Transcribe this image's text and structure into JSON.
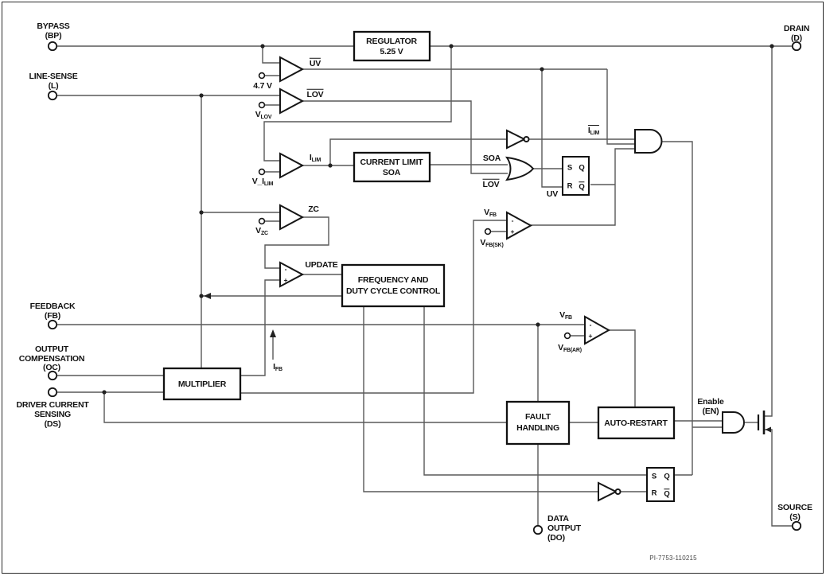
{
  "pins": {
    "bypass": {
      "line1": "BYPASS",
      "line2": "(BP)"
    },
    "line_sense": {
      "line1": "LINE-SENSE",
      "line2": "(L)"
    },
    "feedback": {
      "line1": "FEEDBACK",
      "line2": "(FB)"
    },
    "output_comp": {
      "line1": "OUTPUT",
      "line2": "COMPENSATION",
      "line3": "(OC)"
    },
    "driver_sense": {
      "line1": "DRIVER CURRENT",
      "line2": "SENSING",
      "line3": "(DS)"
    },
    "drain": {
      "line1": "DRAIN",
      "line2": "(D)"
    },
    "source": {
      "line1": "SOURCE",
      "line2": "(S)"
    },
    "data_output": {
      "line1": "DATA",
      "line2": "OUTPUT",
      "line3": "(DO)"
    },
    "enable": {
      "line1": "Enable",
      "line2": "(EN)"
    }
  },
  "blocks": {
    "regulator": {
      "line1": "REGULATOR",
      "line2": "5.25 V"
    },
    "current_limit": {
      "line1": "CURRENT LIMIT",
      "line2": "SOA"
    },
    "freq": {
      "line1": "FREQUENCY AND",
      "line2": "DUTY CYCLE CONTROL"
    },
    "multiplier": {
      "line1": "MULTIPLIER"
    },
    "fault": {
      "line1": "FAULT",
      "line2": "HANDLING"
    },
    "auto_restart": {
      "line1": "AUTO-RESTART"
    }
  },
  "signals": {
    "uv_bar": "UV",
    "lov_bar": "LOV",
    "ref_47": "4.7 V",
    "v_lov_main": "V",
    "v_lov_sub": "LOV",
    "i_lim_main": "I",
    "i_lim_sub": "LIM",
    "v_ilim_main": "V_I",
    "v_ilim_sub": "LIM",
    "zc": "ZC",
    "v_zc_main": "V",
    "v_zc_sub": "ZC",
    "update": "UPDATE",
    "soa": "SOA",
    "lov_bar2": "LOV",
    "uv_plain": "UV",
    "ilim_bar_main": "I",
    "ilim_bar_sub": "LIM",
    "v_fb_main": "V",
    "v_fb_sub": "FB",
    "v_fbsk_main": "V",
    "v_fbsk_sub": "FB(SK)",
    "v_fbar_main": "V",
    "v_fbar_sub": "FB(AR)",
    "i_fb_main": "I",
    "i_fb_sub": "FB",
    "minus": "-",
    "plus": "+"
  },
  "latches": {
    "s": "S",
    "r": "R",
    "q": "Q",
    "q_bar": "Q"
  },
  "footer": {
    "part_number": "PI-7753-110215"
  },
  "colors": {
    "wire": "#595959",
    "shape": "#161616",
    "text": "#121212"
  }
}
